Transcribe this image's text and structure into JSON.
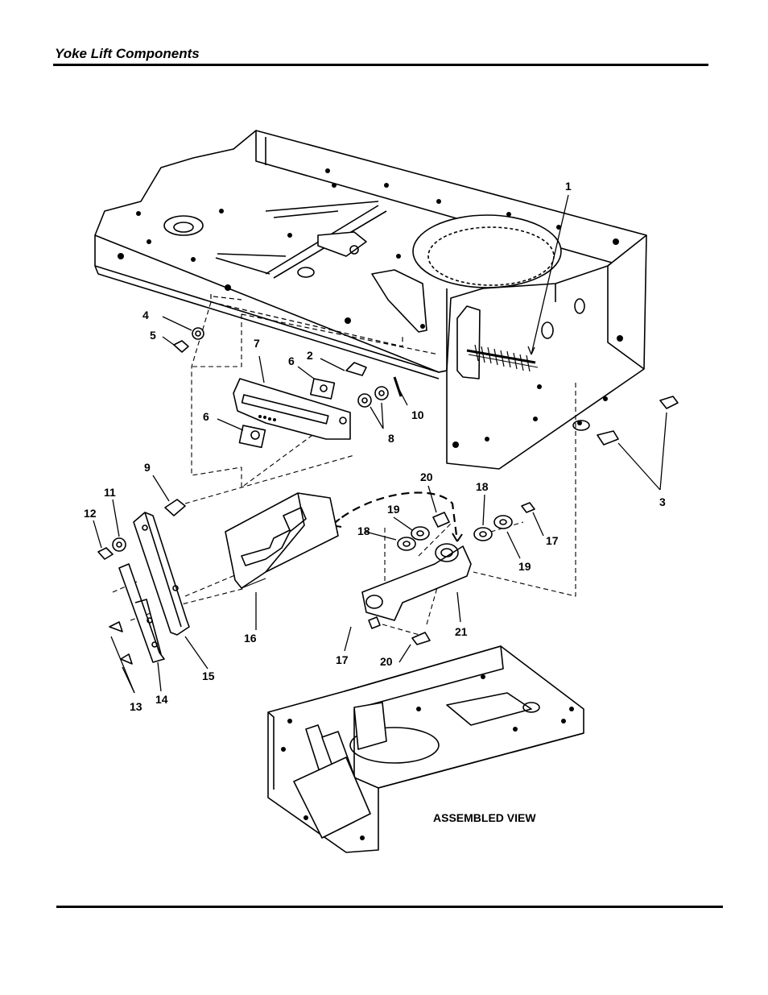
{
  "header": {
    "title": "Yoke Lift Components"
  },
  "diagram": {
    "assembled_view_label": "ASSEMBLED VIEW",
    "callouts": [
      {
        "id": "c1",
        "text": "1"
      },
      {
        "id": "c2",
        "text": "2"
      },
      {
        "id": "c3",
        "text": "3"
      },
      {
        "id": "c4",
        "text": "4"
      },
      {
        "id": "c5",
        "text": "5"
      },
      {
        "id": "c6a",
        "text": "6"
      },
      {
        "id": "c6b",
        "text": "6"
      },
      {
        "id": "c7",
        "text": "7"
      },
      {
        "id": "c8",
        "text": "8"
      },
      {
        "id": "c9",
        "text": "9"
      },
      {
        "id": "c10",
        "text": "10"
      },
      {
        "id": "c11",
        "text": "11"
      },
      {
        "id": "c12",
        "text": "12"
      },
      {
        "id": "c13",
        "text": "13"
      },
      {
        "id": "c14",
        "text": "14"
      },
      {
        "id": "c15",
        "text": "15"
      },
      {
        "id": "c16",
        "text": "16"
      },
      {
        "id": "c17a",
        "text": "17"
      },
      {
        "id": "c17b",
        "text": "17"
      },
      {
        "id": "c18a",
        "text": "18"
      },
      {
        "id": "c18b",
        "text": "18"
      },
      {
        "id": "c19a",
        "text": "19"
      },
      {
        "id": "c19b",
        "text": "19"
      },
      {
        "id": "c20a",
        "text": "20"
      },
      {
        "id": "c20b",
        "text": "20"
      },
      {
        "id": "c21",
        "text": "21"
      }
    ]
  }
}
